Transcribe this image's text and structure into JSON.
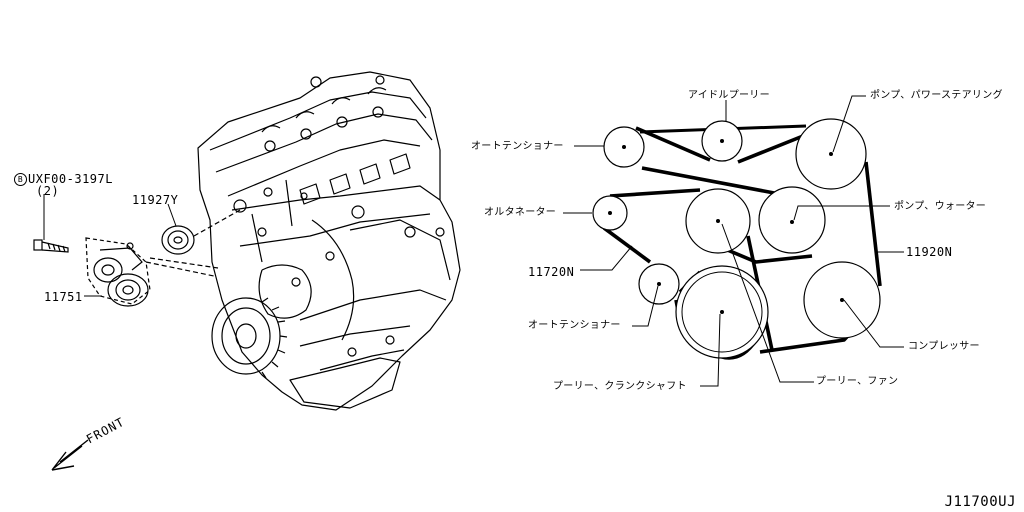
{
  "engine": {
    "bolt_ref": "UXF00-3197L",
    "bolt_ref_marker": "B",
    "bolt_qty": "(2)",
    "part_idler": "11927Y",
    "part_tensioner": "11751",
    "front_label": "FRONT"
  },
  "belt_diagram": {
    "labels": {
      "idler_pulley": "アイドルプーリー",
      "power_steering_pump": "ポンプ、パワーステアリング",
      "auto_tensioner_top": "オートテンショナー",
      "alternator": "オルタネーター",
      "water_pump": "ポンプ、ウォーター",
      "belt_11920n": "11920N",
      "belt_11720n": "11720N",
      "auto_tensioner_bottom": "オートテンショナー",
      "compressor": "コンプレッサー",
      "crankshaft_pulley": "プーリー、クランクシャフト",
      "fan_pulley": "プーリー、ファン"
    }
  },
  "diagram_code": "J11700UJ"
}
